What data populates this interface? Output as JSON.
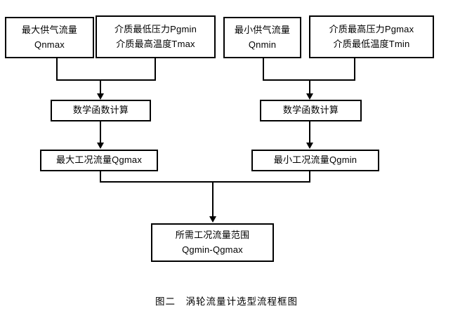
{
  "figure": {
    "caption": "图二　涡轮流量计选型流程框图",
    "background_color": "#ffffff",
    "line_color": "#000000",
    "text_color": "#000000"
  },
  "nodes": {
    "qnmax": {
      "line1": "最大供气流量",
      "line2": "Qnmax"
    },
    "pgmin": {
      "line1": "介质最低压力Pgmin",
      "line2": "介质最高温度Tmax"
    },
    "qnmin": {
      "line1": "最小供气流量",
      "line2": "Qnmin"
    },
    "pgmax": {
      "line1": "介质最高压力Pgmax",
      "line2": "介质最低温度Tmin"
    },
    "math_left": {
      "line1": "数学函数计算"
    },
    "math_right": {
      "line1": "数学函数计算"
    },
    "qgmax": {
      "line1": "最大工况流量Qgmax"
    },
    "qgmin": {
      "line1": "最小工况流量Qgmin"
    },
    "range": {
      "line1": "所需工况流量范围",
      "line2": "Qgmin-Qgmax"
    }
  },
  "flow": {
    "edges": [
      {
        "from": "qnmax",
        "to": "math_left"
      },
      {
        "from": "pgmin",
        "to": "math_left"
      },
      {
        "from": "qnmin",
        "to": "math_right"
      },
      {
        "from": "pgmax",
        "to": "math_right"
      },
      {
        "from": "math_left",
        "to": "qgmax"
      },
      {
        "from": "math_right",
        "to": "qgmin"
      },
      {
        "from": "qgmax",
        "to": "range"
      },
      {
        "from": "qgmin",
        "to": "range"
      }
    ]
  }
}
